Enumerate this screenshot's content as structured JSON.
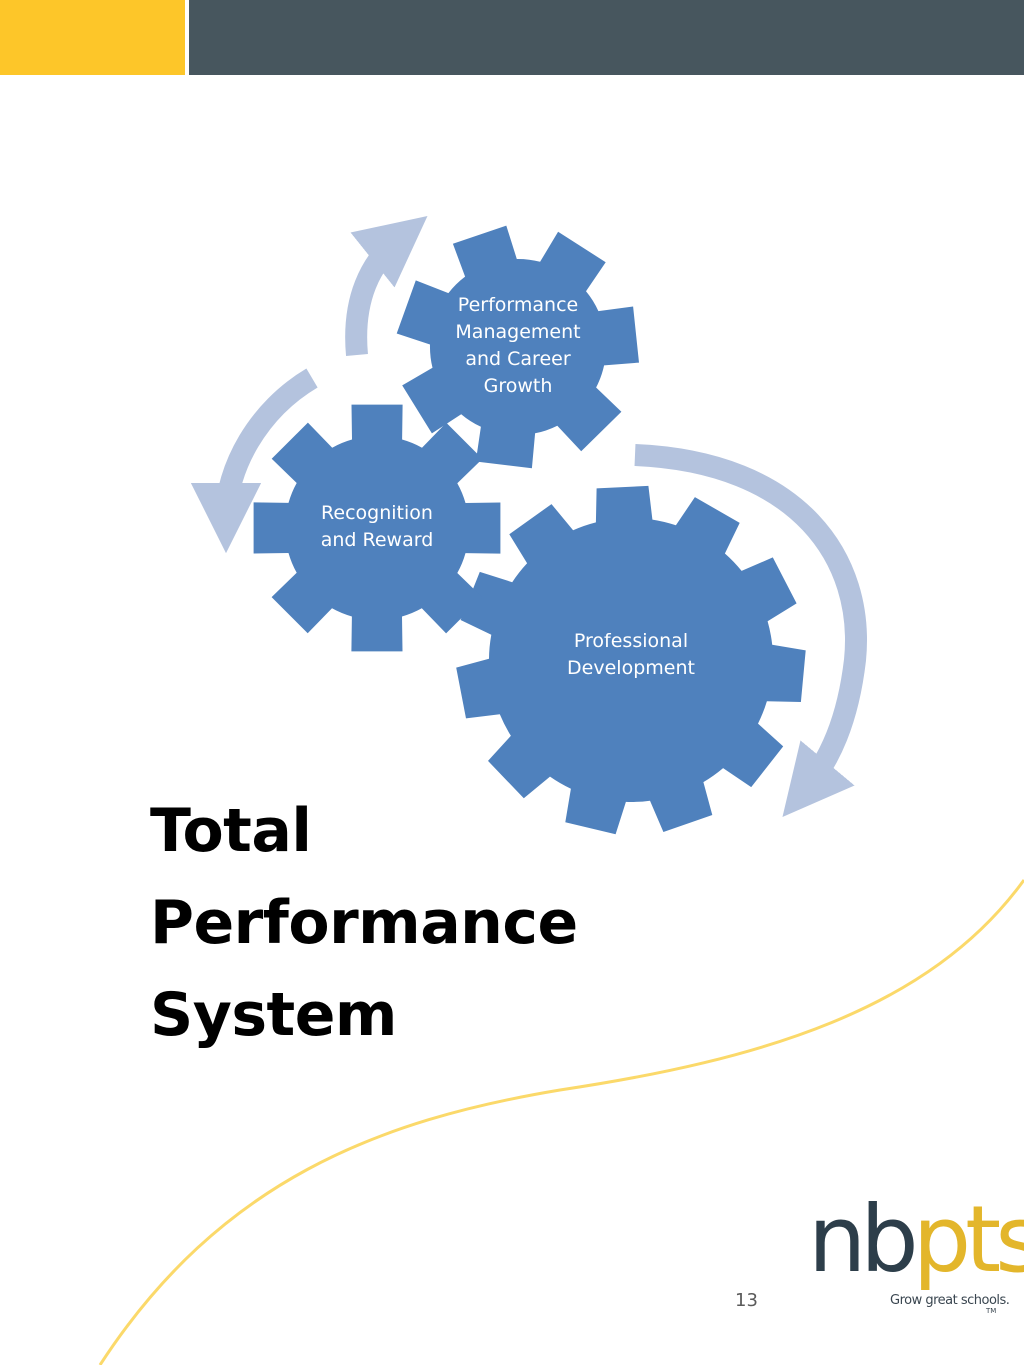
{
  "diagram": {
    "gears": [
      {
        "id": "performance",
        "label": "Performance\nManagement\nand Career\nGrowth"
      },
      {
        "id": "recognition",
        "label": "Recognition\nand Reward"
      },
      {
        "id": "development",
        "label": "Professional\nDevelopment"
      }
    ]
  },
  "slide": {
    "title_lines": [
      "Total",
      "Performance",
      "System"
    ],
    "page_number": "13"
  },
  "logo": {
    "mark_nb": "nb",
    "mark_pts": "pts",
    "tagline": "Grow great schools.",
    "tm": "TM"
  },
  "colors": {
    "gear": "#4f81bd",
    "arrow": "#b4c3de",
    "accent_yellow": "#fdc629",
    "header_slate": "#47565e"
  }
}
